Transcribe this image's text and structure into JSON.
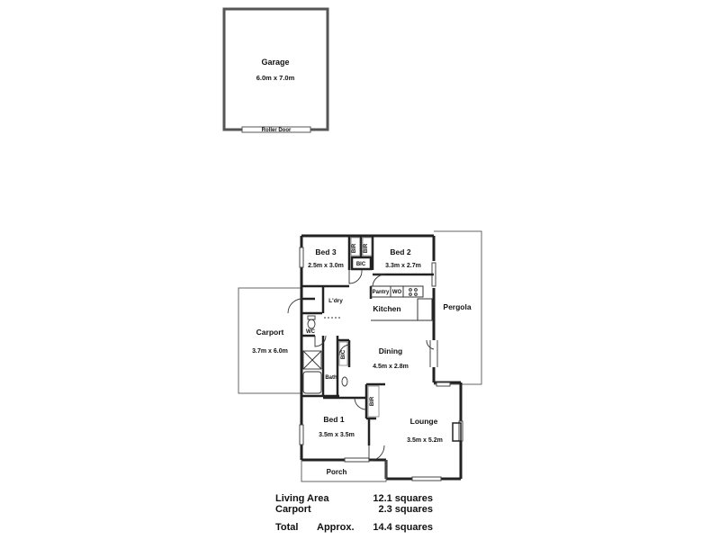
{
  "garage": {
    "name": "Garage",
    "dims": "6.0m x 7.0m",
    "door": "Roller Door"
  },
  "rooms": {
    "bed3": {
      "name": "Bed 3",
      "dims": "2.5m x 3.0m"
    },
    "bed2": {
      "name": "Bed 2",
      "dims": "3.3m x 2.7m"
    },
    "carport": {
      "name": "Carport",
      "dims": "3.7m x 6.0m"
    },
    "pergola": {
      "name": "Pergola"
    },
    "kitchen": {
      "name": "Kitchen"
    },
    "dining": {
      "name": "Dining",
      "dims": "4.5m x 2.8m"
    },
    "laundry": {
      "name": "L'dry"
    },
    "wc": {
      "name": "WC"
    },
    "bath": {
      "name": "Bath"
    },
    "bed1": {
      "name": "Bed 1",
      "dims": "3.5m x 3.5m"
    },
    "lounge": {
      "name": "Lounge",
      "dims": "3.5m x 5.2m"
    },
    "porch": {
      "name": "Porch"
    }
  },
  "fixtures": {
    "bir_a": "BIR",
    "bir_b": "BIR",
    "bic_top": "BIC",
    "bic_mid": "BIC",
    "bir_bed1": "BIR",
    "pantry": "Pantry",
    "wo": "WO"
  },
  "summary": {
    "living_label": "Living Area",
    "living_value": "12.1 squares",
    "carport_label": "Carport",
    "carport_value": "2.3 squares",
    "total_label": "Total",
    "approx_label": "Approx.",
    "total_value": "14.4 squares"
  }
}
